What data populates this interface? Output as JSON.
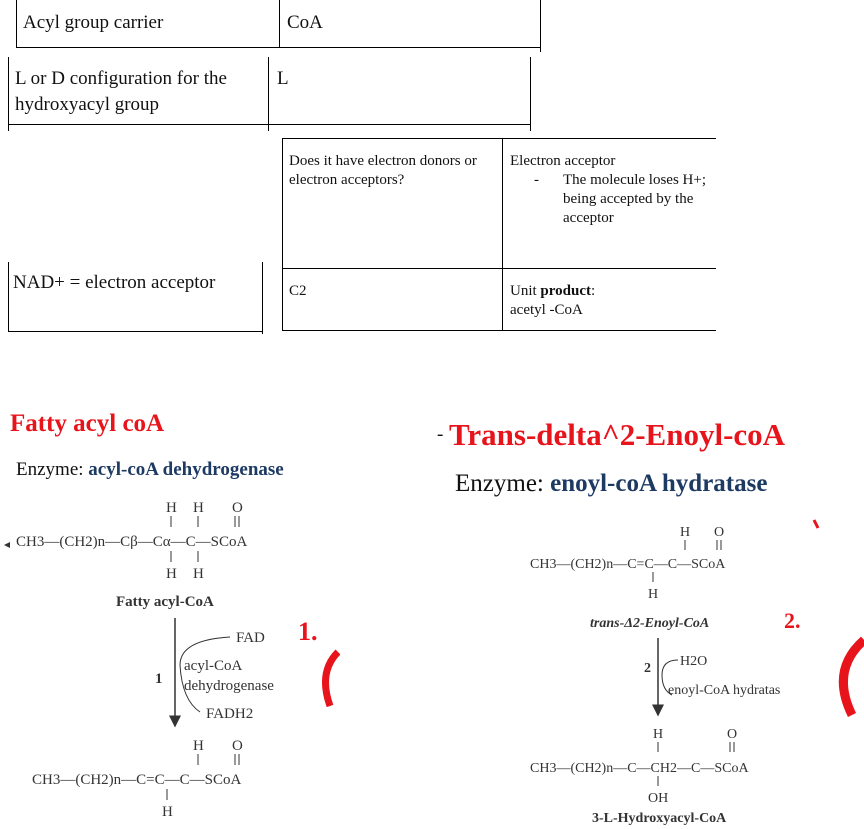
{
  "tables": {
    "acyl_carrier": {
      "label": "Acyl group carrier",
      "value": "CoA"
    },
    "configuration": {
      "label": "L or D configuration for the hydroxyacyl group",
      "value": "L"
    },
    "nad": {
      "text": "NAD+ = electron acceptor"
    },
    "electron": {
      "question": "Does it have electron donors or electron acceptors?",
      "answer_title": "Electron acceptor",
      "bullet_dash": "-",
      "bullet_text": "The molecule loses H+; being accepted by the acceptor",
      "c2": "C2",
      "unit_product_prefix": "Unit ",
      "unit_product_bold": "product",
      "unit_product_suffix": ":",
      "unit_product_value": "acetyl -CoA"
    }
  },
  "left_panel": {
    "title": "Fatty acyl coA",
    "enzyme_prefix": "Enzyme: ",
    "enzyme_name": "acyl-coA dehydrogenase",
    "top_formula": "CH3—(CH2)n—Cβ—Cα—C—SCoA",
    "top_name": "Fatty acyl-CoA",
    "step": "1",
    "cofactor_in": "FAD",
    "enzyme_line1": "acyl-CoA",
    "enzyme_line2": "dehydrogenase",
    "cofactor_out": "FADH2",
    "bottom_formula": "CH3—(CH2)n—C=C—C—SCoA",
    "annotation": "1."
  },
  "right_panel": {
    "title_prefix": "-",
    "title": "Trans-delta^2-Enoyl-coA",
    "enzyme_prefix": "Enzyme: ",
    "enzyme_name": "enoyl-coA hydratase",
    "top_formula": "CH3—(CH2)n—C=C—C—SCoA",
    "top_name": "trans-Δ2-Enoyl-CoA",
    "step": "2",
    "reagent": "H2O",
    "enzyme": "enoyl-CoA hydratas",
    "bottom_formula": "CH3—(CH2)n—C—CH2—C—SCoA",
    "bottom_name": "3-L-Hydroxyacyl-CoA",
    "annotation": "2."
  }
}
